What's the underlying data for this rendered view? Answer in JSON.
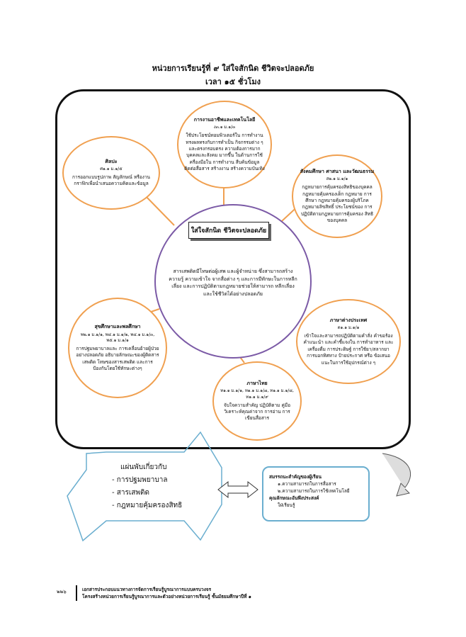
{
  "header": {
    "title": "หน่วยการเรียนรู้ที่ ๙ ใส่ใจสักนิด ชีวิตจะปลอดภัย",
    "time": "เวลา ๑๕ ชั่วโมง"
  },
  "center": {
    "label": "ใส่ใจสักนิด ชีวิตจะปลอดภัย",
    "text": "สารเสพติดมีโทษต่อผู้เสพ และผู้จำหน่าย ซึ่งสามารถสร้างความรู้ ความเข้าใจ จากสื่อต่าง ๆ และการมีทักษะในการหลีกเลี่ยง และการปฏิบัติตามกฎหมายช่วยให้สามารถ หลีกเลี่ยงและใช้ชีวิตได้อย่างปลอดภัย"
  },
  "bubbles": {
    "technology": {
      "title": "การงานอาชีพและเทคโนโลยี",
      "code": "ง๓.๑ ม.๑/๓",
      "text": "ใช้ประโยชน์ทอมพิวเตอร์ใน การทำงานทรงผลทรงกับการทำเป็น กิจกรรมต่าง ๆ และตรงกรอบตรง ความต้องการมากบุคคลและสังคม มากขึ้น ในด้านการใช้ครื่องมือใน การทำงาน สืบค้นข้อมูล ติดต่อสื่อสาร สร้างงาน สร้างความบันเทิง"
    },
    "art": {
      "title": "ศิลปะ",
      "code": "ศ๑.๑ ม.๑/๕",
      "text": "การออกแบบรูปภาพ สัญลักษณ์ หรืองานกราฟิกเพื่อนำเสนอความคิดและข้อมูล"
    },
    "social": {
      "title": "สังคมศึกษา ศาสนา และวัฒนธรรม",
      "code": "ส๒.๑ ม.๑/๑",
      "text": "กฎหมายการคุ้มครองสิทธิของบุคคล กฎหมายคุ้มครองเด็ก กฎหมาย การศึกษา กฎหมายคุ้มครองผู้บริโภค กฎหมายลิขสิทธิ์ ประโยชน์ของ การปฏิบัติตามกฎหมายการคุ้มครอง สิทธิของบุคคล"
    },
    "health": {
      "title": "สุขศึกษาและพลศึกษา",
      "code": "พ๒.๑ ม.๑/๑, พ๔.๑ ม.๑/๒, พ๔.๑ ม.๑/๓, พ๕.๑ ม.๑/๑",
      "text": "การปฐมพยาบาลและ การเคลื่อนย้ายผู้ป่วยอย่างปลอดภัย อธิบายลักษณะของผู้ติดสารเสพติด โทษของสารเสพติด และการ ป้องกันโดยใช้ทักษะต่างๆ"
    },
    "thai": {
      "title": "ภาษาไทย",
      "code": "ท๑.๑ ม.๑/๑, ท๑.๑ ม.๑/๗, ท๑.๑ ม.๑/๘, ท๑.๑ ม.๑/๙",
      "text": "จับใจความสำคัญ ปฏิบัติตาม คู่มือ วิเคราะห์คุณค่าจาก การอ่าน การเขียนสื่อสาร"
    },
    "foreign": {
      "title": "ภาษาต่างประเทศ",
      "code": "ต๑.๑ ม.๑/๑",
      "text": "เข้าใจและสามารถปฏิบัติตามคำสั่ง คำขอร้อง คำแนะนำ และคำชี้แจงใน การทำอาหาร และเครื่องดื่ม การประดิษฐ์ การใช้ยา/สลากยา การบอกทิศทาง ป้ายประกาศ หรือ ข้อเสนอแนะในการใช้อุปกรณ์ต่าง ๆ"
    }
  },
  "leaflet": {
    "heading": "แผ่นพับเกี่ยวกับ",
    "items": [
      "- การปฐมพยาบาล",
      "- สารเสพติด",
      "- กฎหมายคุ้มครองสิทธิ"
    ]
  },
  "competency": {
    "heading1": "สมรรถนะสำคัญของผู้เรียน",
    "item1": "๑.ความสามารถในการสื่อสาร",
    "item2": "๒.ความสามารถในการใช้เทคโนโลยี",
    "heading2": "คุณลักษณะอันพึงประสงค์",
    "item3": "ใฝ่เรียนรู้"
  },
  "footer": {
    "page": "๒๒๖",
    "line1": "เอกสารประกอบแนวทางการจัดการเรียนรู้บูรณาการแบบครบวงจร",
    "line2": "โครงสร้างหน่วยการเรียนรู้บูรณาการและตัวอย่างหน่วยการเรียนรู้ ชั้นมัธยมศึกษาปีที่ ๑"
  },
  "colors": {
    "bubble_border": "#f0a050",
    "center_border": "#7b5aa6",
    "leaflet_border": "#6aaecf",
    "comp_border": "#6aaecf"
  }
}
